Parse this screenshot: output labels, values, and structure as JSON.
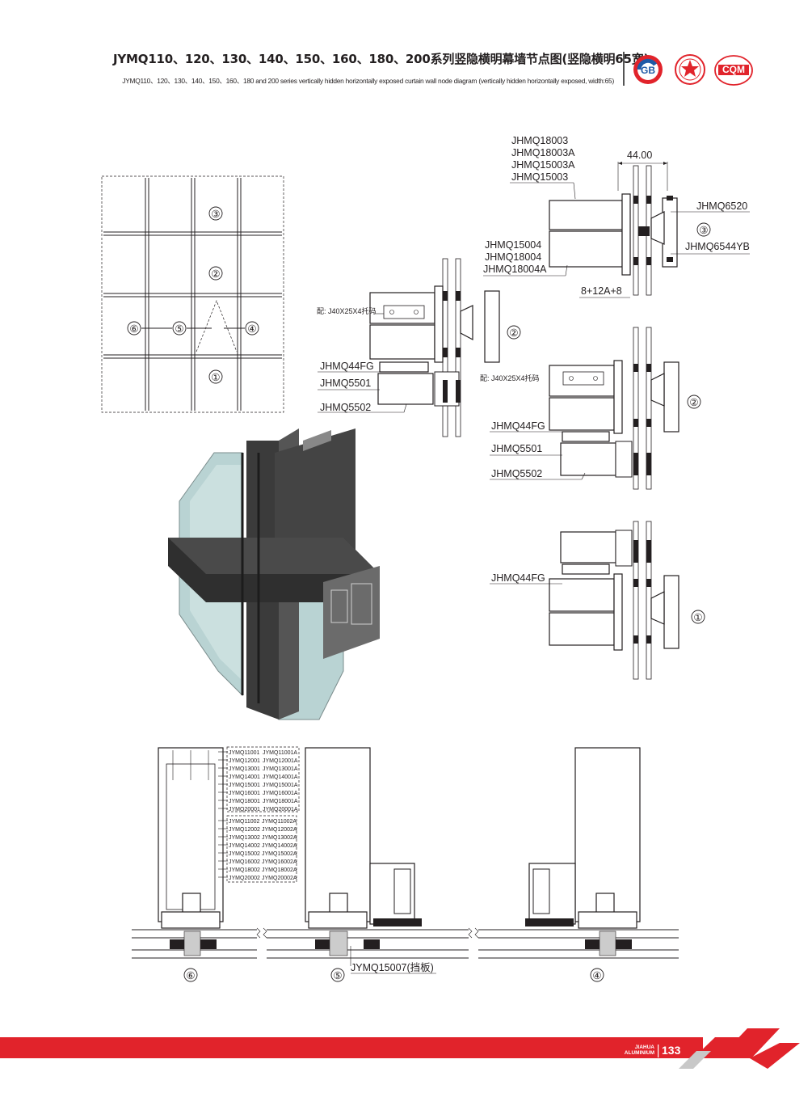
{
  "header": {
    "title_zh": "JYMQ110、120、130、140、150、160、180、200系列竖隐横明幕墙节点图(竖隐横明65宽)",
    "title_en": "JYMQ110、120、130、140、150、160、180 and 200 series vertically hidden horizontally exposed curtain wall node diagram (vertically hidden horizontally exposed, width:65)",
    "logos": [
      "gb-logo",
      "china-famous-brand-logo",
      "cqm-logo"
    ],
    "cqm_text": "CQM"
  },
  "elevation": {
    "markers": [
      "③",
      "②",
      "⑥",
      "⑤",
      "④",
      "①"
    ]
  },
  "section_top": {
    "labels_left_top": [
      "JHMQ18003",
      "JHMQ18003A",
      "JHMQ15003A",
      "JHMQ15003"
    ],
    "dimension": "44.00",
    "label_right_1": "JHMQ6520",
    "marker_3": "③",
    "label_right_2": "JHMQ6544YB",
    "labels_left_mid": [
      "JHMQ15004",
      "JHMQ18004",
      "JHMQ18004A"
    ],
    "glass_spec": "8+12A+8"
  },
  "section_2_left": {
    "bracket": "配: J40X25X4托码",
    "marker": "②",
    "labels": [
      "JHMQ44FG",
      "JHMQ5501",
      "JHMQ5502"
    ]
  },
  "section_2_right": {
    "bracket": "配: J40X25X4托码",
    "marker": "②",
    "labels": [
      "JHMQ44FG",
      "JHMQ5501",
      "JHMQ5502"
    ]
  },
  "section_1": {
    "label": "JHMQ44FG",
    "marker": "①"
  },
  "plan": {
    "list_1": [
      "JYMQ11001",
      "JYMQ11001A",
      "JYMQ12001",
      "JYMQ12001A",
      "JYMQ13001",
      "JYMQ13001A",
      "JYMQ14001",
      "JYMQ14001A",
      "JYMQ15001",
      "JYMQ15001A",
      "JYMQ16001",
      "JYMQ16001A",
      "JYMQ18001",
      "JYMQ18001A",
      "JYMQ20001",
      "JYMQ20001A"
    ],
    "list_2": [
      "JYMQ11002",
      "JYMQ11002A",
      "JYMQ12002",
      "JYMQ12002A",
      "JYMQ13002",
      "JYMQ13002A",
      "JYMQ14002",
      "JYMQ14002A",
      "JYMQ15002",
      "JYMQ15002A",
      "JYMQ16002",
      "JYMQ16002A",
      "JYMQ18002",
      "JYMQ18002A",
      "JYMQ20002",
      "JYMQ20002A"
    ],
    "marker_6": "⑥",
    "marker_5": "⑤",
    "marker_4": "④",
    "baffle_label": "JYMQ15007(挡板)"
  },
  "footer": {
    "brand_line1": "JIAHUA",
    "brand_line2": "ALUMINIUM",
    "page_number": "133",
    "accent_color": "#e1232b"
  }
}
